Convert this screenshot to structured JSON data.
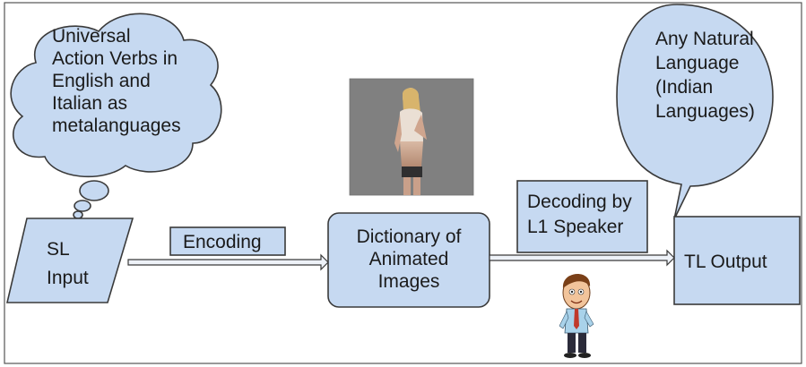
{
  "cloud_text": [
    "Universal",
    "Action Verbs in",
    "English and",
    "Italian as",
    "metalanguages"
  ],
  "sl_input": [
    "SL",
    "Input"
  ],
  "encoding_label": "Encoding",
  "dictionary": [
    "Dictionary of",
    "Animated",
    "Images"
  ],
  "decoding_label": [
    "Decoding by",
    "L1 Speaker"
  ],
  "speech_text": [
    "Any Natural",
    "Language",
    "(Indian",
    "Languages)"
  ],
  "tl_output": "TL Output",
  "colors": {
    "box_fill": "#c6d9f1",
    "stroke": "#3a3a3a",
    "photo_bg": "#808080"
  }
}
